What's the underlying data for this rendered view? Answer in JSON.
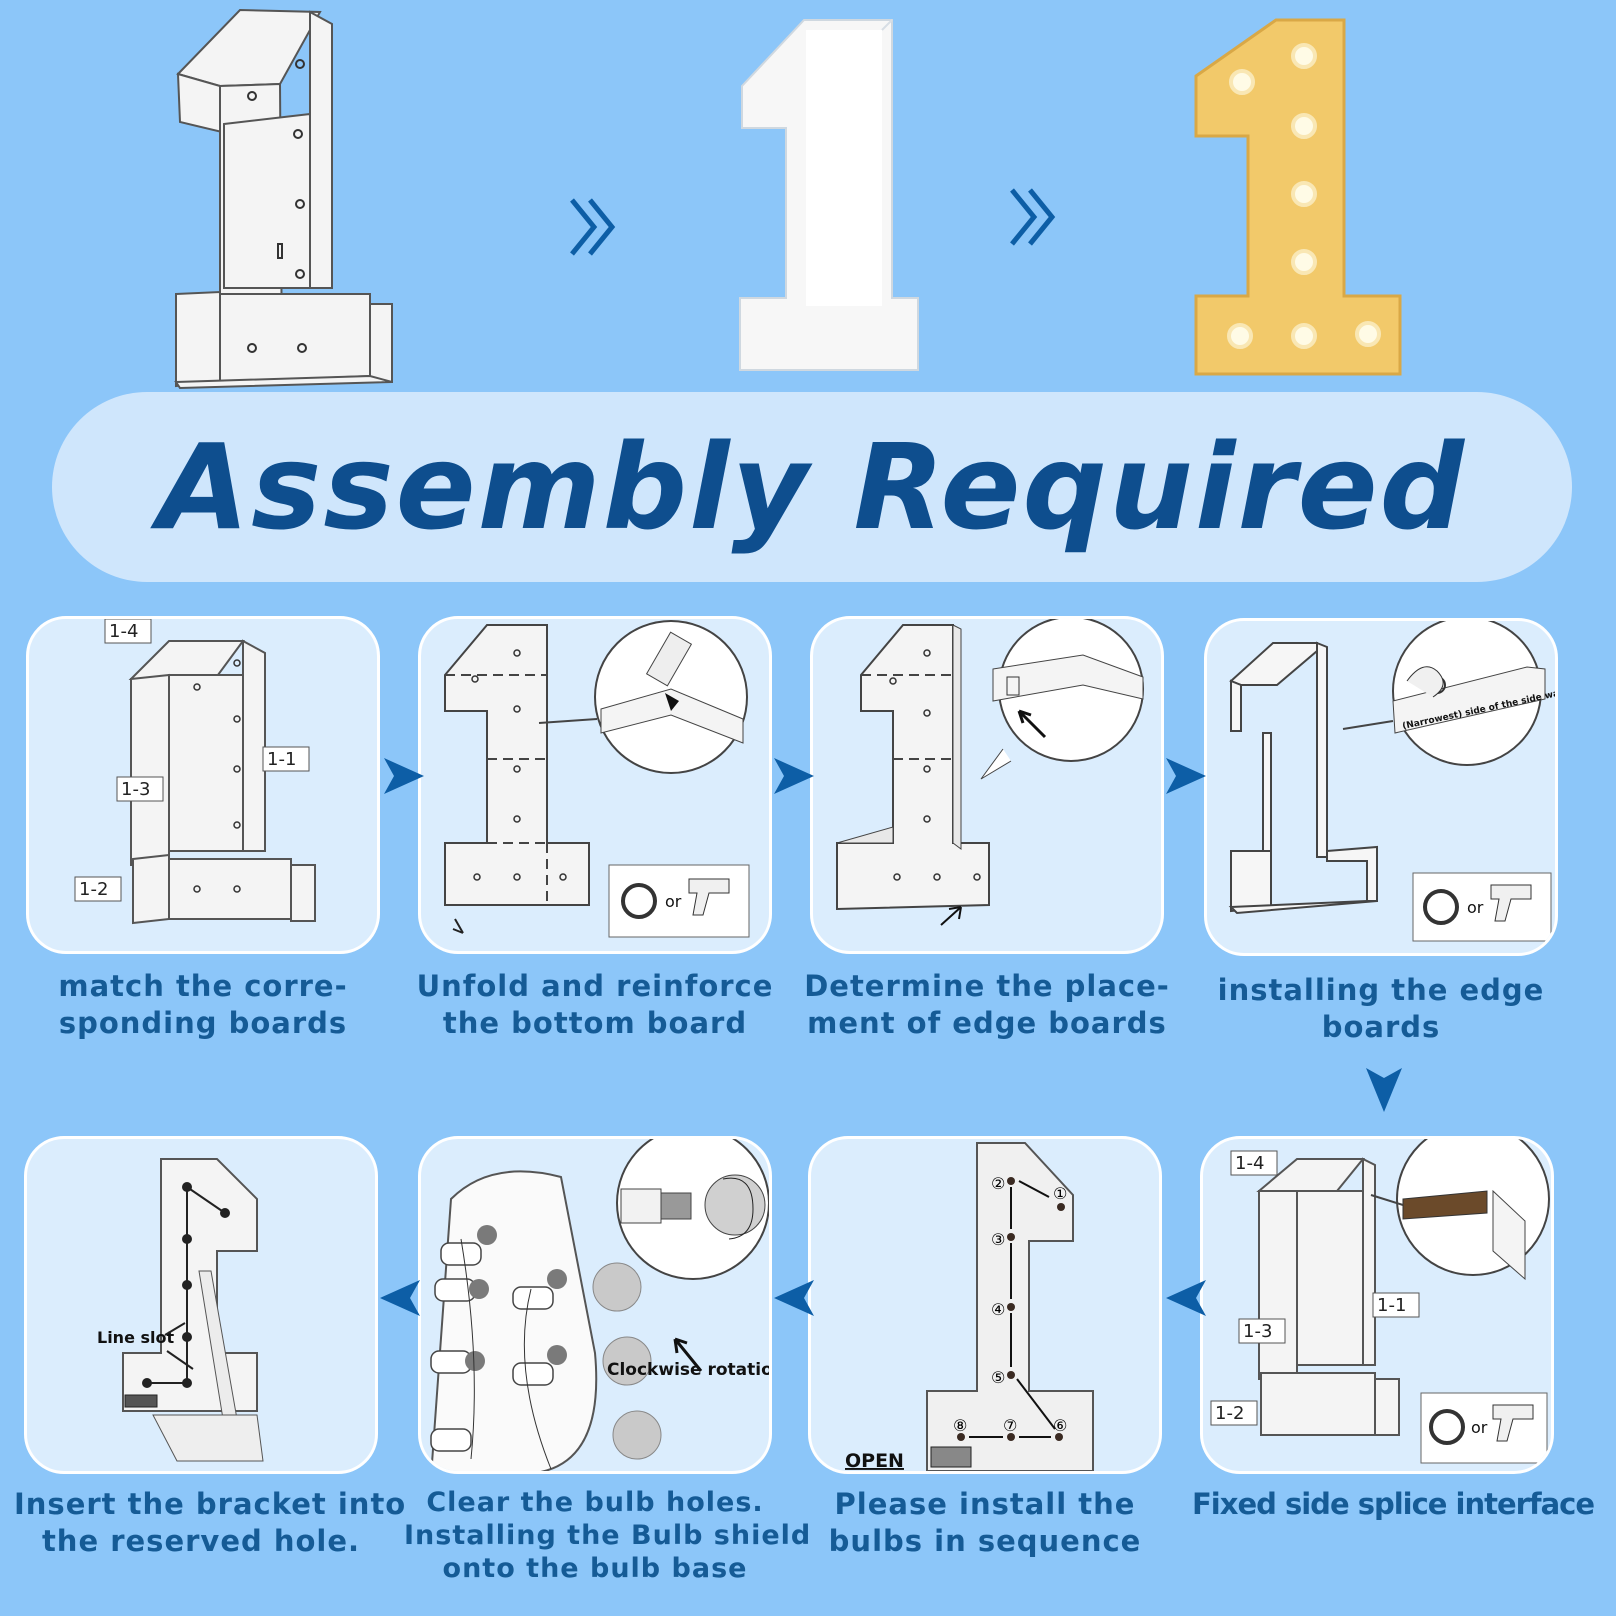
{
  "banner": {
    "title": "Assembly Required"
  },
  "colors": {
    "background": "#8cc6f9",
    "banner": "#cfe6fc",
    "title": "#0e4e8e",
    "caption": "#155b96",
    "arrow": "#0d5ea6",
    "card": "#dbedfd",
    "bulb_sign": "#f2c96a"
  },
  "top_row": {
    "icons": [
      "folded-number-one-icon",
      "white-number-one-shell-icon",
      "lit-marquee-number-one-icon"
    ],
    "separators": [
      "double-chevron-icon",
      "double-chevron-icon"
    ]
  },
  "steps": [
    {
      "caption_lines": [
        "match the corre-",
        "sponding boards"
      ],
      "labels": [
        "1-4",
        "1-1",
        "1-3",
        "1-2"
      ]
    },
    {
      "caption_lines": [
        "Unfold and reinforce",
        "the bottom board"
      ],
      "tool_text": "or"
    },
    {
      "caption_lines": [
        "Determine the place-",
        "ment of edge boards"
      ]
    },
    {
      "caption_lines": [
        "installing the edge",
        "boards"
      ],
      "callout_text": "(Narrowest) side of the side wall",
      "tool_text": "or"
    },
    {
      "caption_lines": [
        "Fixed side splice interface"
      ],
      "labels": [
        "1-4",
        "1-1",
        "1-3",
        "1-2"
      ],
      "tool_text": "or"
    },
    {
      "caption_lines": [
        "Please install the",
        "bulbs in sequence"
      ],
      "open_label": "OPEN",
      "sequence": [
        "②",
        "①",
        "③",
        "④",
        "⑤",
        "⑥",
        "⑦",
        "⑧"
      ]
    },
    {
      "caption_lines": [
        "Clear the bulb holes.",
        "Installing the Bulb shield",
        "onto the bulb base"
      ],
      "callout_text": "Clockwise rotatio"
    },
    {
      "caption_lines": [
        "Insert the bracket into",
        "the reserved hole."
      ],
      "slot_label": "Line slot"
    }
  ]
}
